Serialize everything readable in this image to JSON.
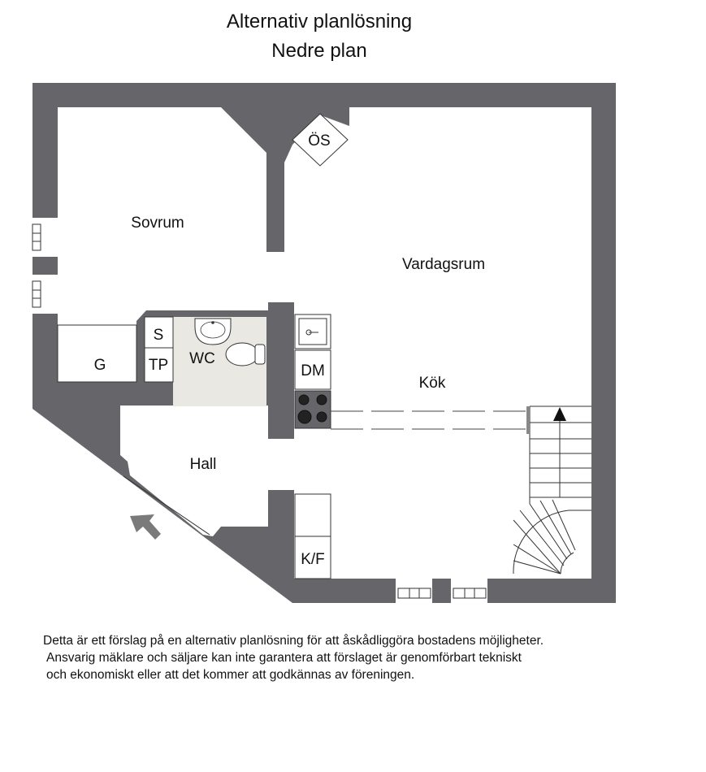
{
  "header": {
    "title": "Alternativ planlösning",
    "subtitle": "Nedre plan"
  },
  "rooms": {
    "sovrum": "Sovrum",
    "vardagsrum": "Vardagsrum",
    "kok": "Kök",
    "hall": "Hall",
    "wc": "WC"
  },
  "fixtures": {
    "os": "ÖS",
    "s": "S",
    "tp": "TP",
    "g": "G",
    "dm": "DM",
    "kf": "K/F"
  },
  "disclaimer": {
    "line1": "Detta är ett förslag på en alternativ planlösning för att åskådliggöra bostadens möjligheter.",
    "line2": "Ansvarig mäklare och säljare kan inte garantera att förslaget är genomförbart tekniskt",
    "line3": "och ekonomiskt eller att det kommer att godkännas av föreningen."
  },
  "colors": {
    "wall": "#66656a",
    "wc_floor": "#eae8e3",
    "line": "#222222"
  }
}
